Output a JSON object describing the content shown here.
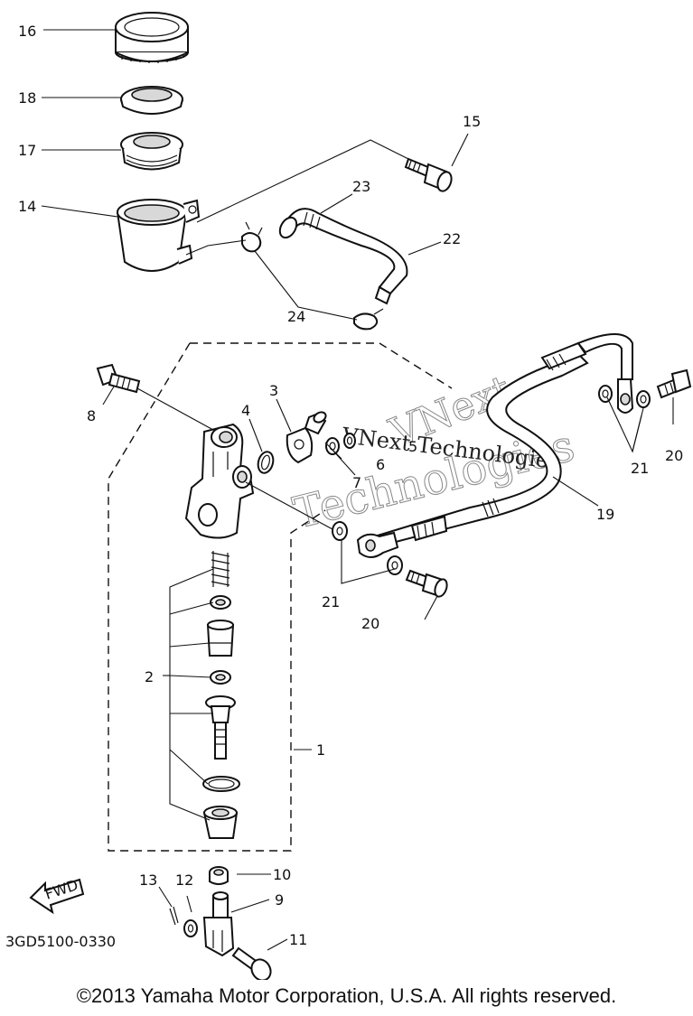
{
  "diagram": {
    "labels": {
      "p1": "1",
      "p2": "2",
      "p3": "3",
      "p4": "4",
      "p5": "5",
      "p6": "6",
      "p7": "7",
      "p8": "8",
      "p9": "9",
      "p10": "10",
      "p11": "11",
      "p12": "12",
      "p13": "13",
      "p14": "14",
      "p15": "15",
      "p16": "16",
      "p17": "17",
      "p18": "18",
      "p19": "19",
      "p20a": "20",
      "p20b": "20",
      "p21a": "21",
      "p21b": "21",
      "p22": "22",
      "p23": "23",
      "p24": "24"
    },
    "fwd_arrow": "FWD",
    "diagram_code": "3GD5100-0330",
    "watermark": {
      "line1": "VNext Technologies",
      "line2": "VNext",
      "line3": "Technologies"
    }
  },
  "footer": {
    "copyright": "©2013 Yamaha Motor Corporation, U.S.A. All rights reserved."
  }
}
